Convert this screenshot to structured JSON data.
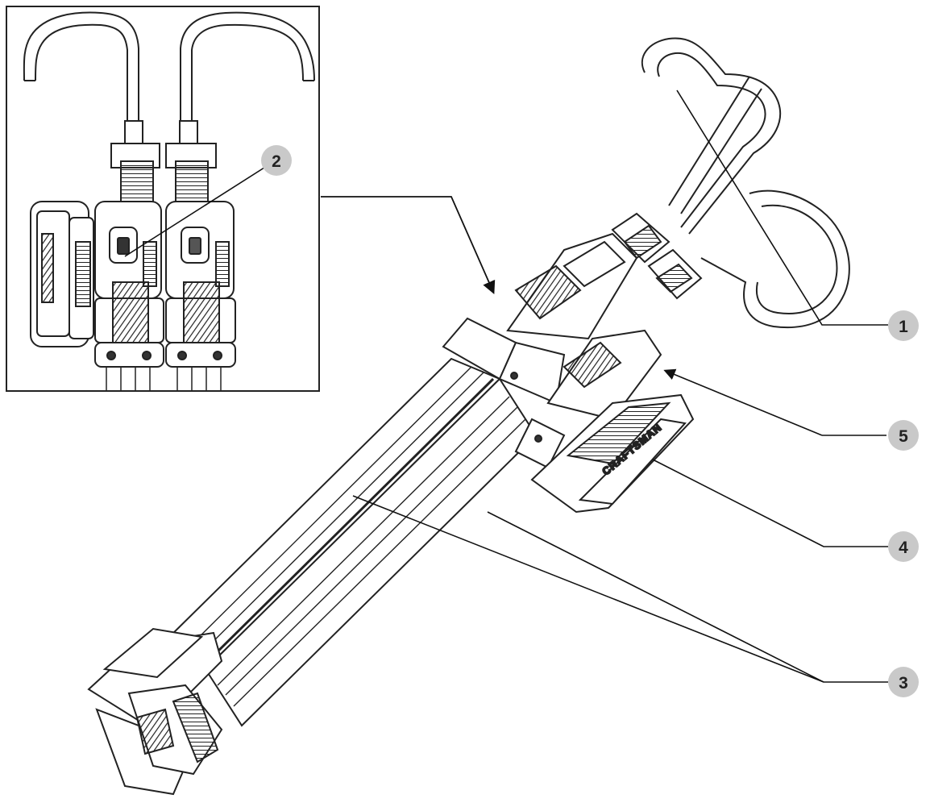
{
  "diagram": {
    "callouts": [
      {
        "id": "1",
        "label": "1"
      },
      {
        "id": "2",
        "label": "2"
      },
      {
        "id": "3",
        "label": "3"
      },
      {
        "id": "4",
        "label": "4"
      },
      {
        "id": "5",
        "label": "5"
      }
    ],
    "brand": "CRAFTSMAN",
    "colors": {
      "line": "#2b2b2b",
      "callout_fill": "#c9c9c9",
      "background": "#ffffff"
    }
  }
}
